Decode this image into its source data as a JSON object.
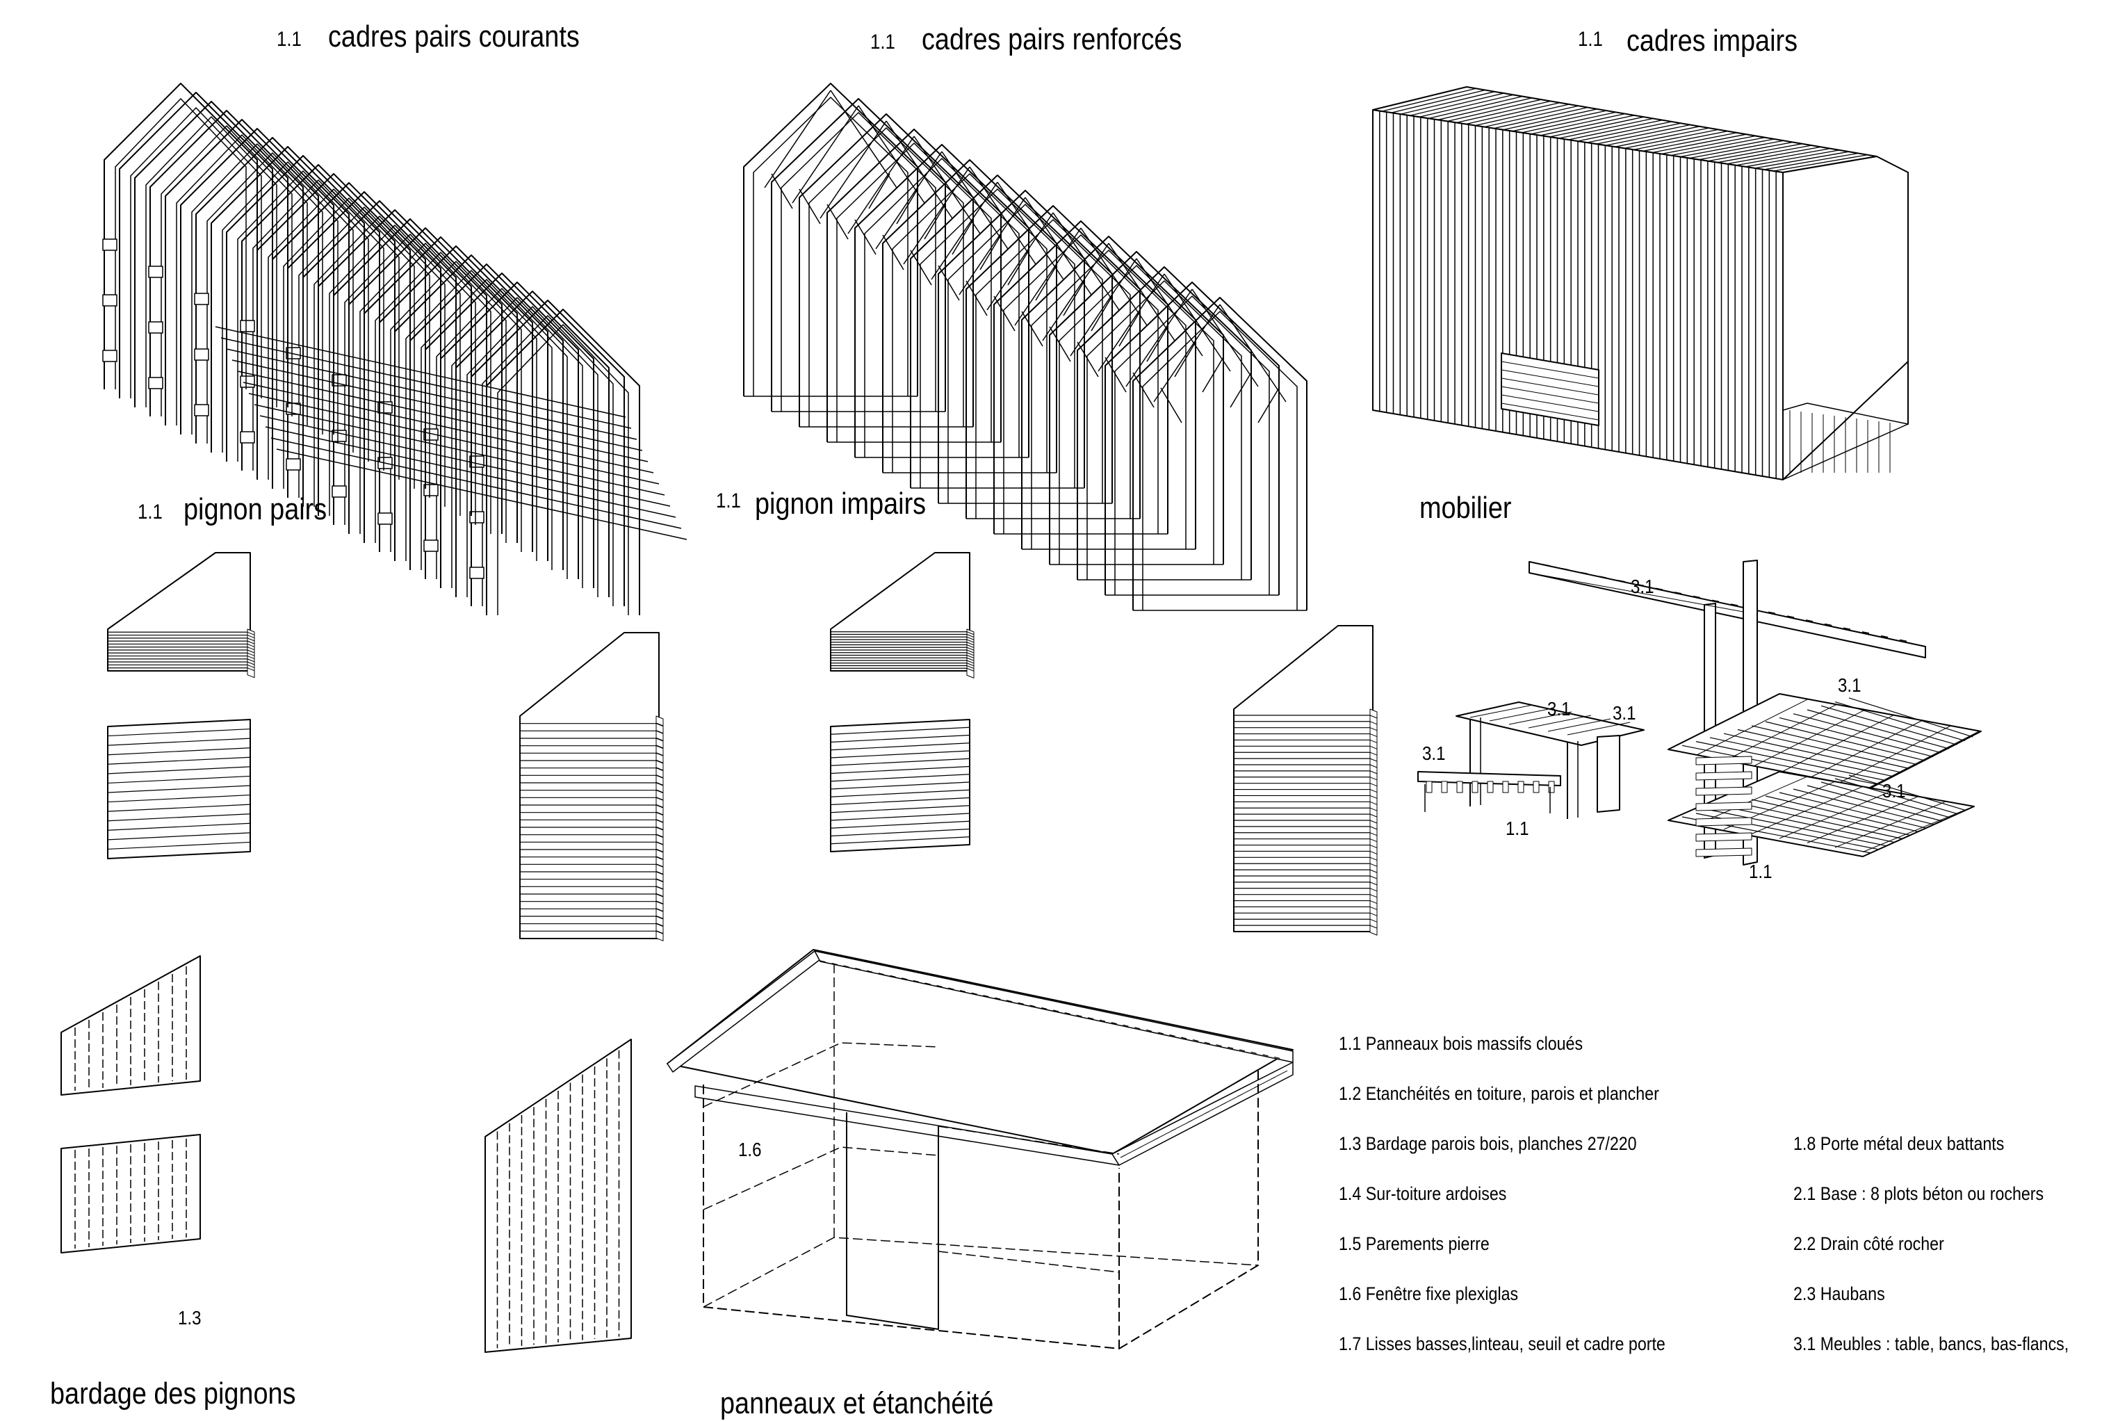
{
  "panels": {
    "cadres_pairs_courants": {
      "num": "1.1",
      "title": "cadres pairs courants"
    },
    "cadres_pairs_renforces": {
      "num": "1.1",
      "title": "cadres pairs renforcés"
    },
    "cadres_impairs": {
      "num": "1.1",
      "title": "cadres impairs"
    },
    "pignon_pairs": {
      "num": "1.1",
      "title": "pignon pairs"
    },
    "pignon_impairs": {
      "num": "1.1",
      "title": "pignon impairs"
    },
    "mobilier": {
      "title": "mobilier"
    },
    "bardage": {
      "title": "bardage des pignons",
      "label": "1.3"
    },
    "panneaux": {
      "title": "panneaux et étanchéité",
      "label": "1.6"
    }
  },
  "mobilier_labels": [
    "3.1",
    "3.1",
    "3.1",
    "3.1",
    "3.1",
    "3.1",
    "1.1",
    "1.1"
  ],
  "legend_left": [
    "1.1  Panneaux  bois massifs cloués",
    "1.2  Etanchéités en toiture, parois et plancher",
    "1.3  Bardage parois bois, planches 27/220",
    "1.4  Sur-toiture ardoises",
    "1.5  Parements pierre",
    "1.6  Fenêtre fixe plexiglas",
    "1.7   Lisses basses,linteau, seuil et cadre porte"
  ],
  "legend_right": [
    "1.8  Porte métal deux battants",
    "2.1  Base : 8 plots béton ou rochers",
    "2.2  Drain côté rocher",
    "2.3  Haubans",
    "3.1  Meubles : table, bancs, bas-flancs,"
  ]
}
